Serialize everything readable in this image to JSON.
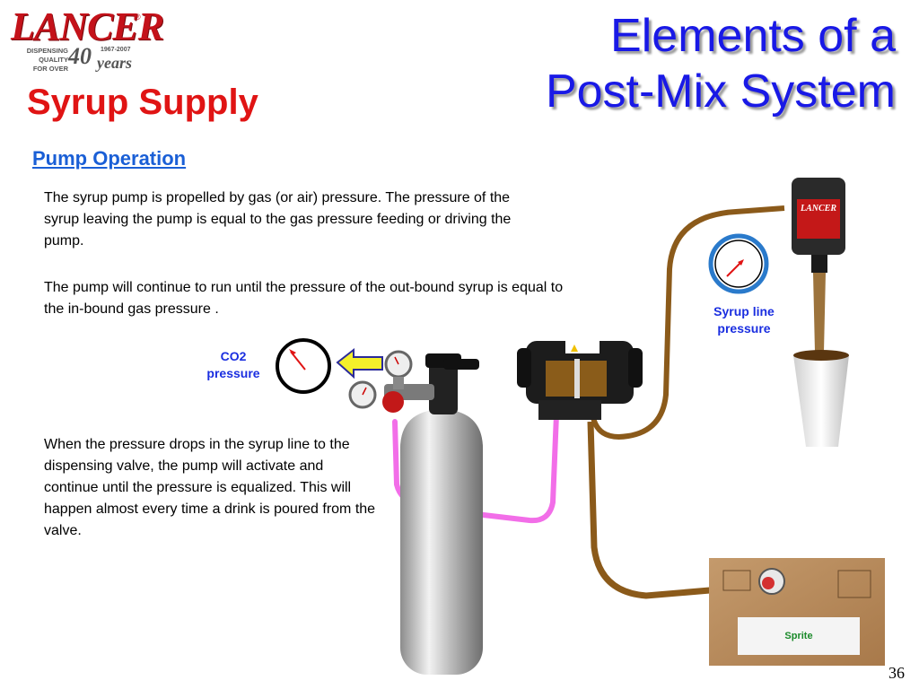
{
  "logo": {
    "brand": "LANCER",
    "registered": "®",
    "tagline_line1": "DISPENSING QUALITY",
    "tagline_line2": "FOR OVER",
    "year_range": "1967-2007",
    "years_number": "40",
    "years_word": "years"
  },
  "title": {
    "line1": "Elements of a",
    "line2": "Post-Mix System"
  },
  "subtitle": "Syrup Supply",
  "section_heading": "Pump Operation",
  "paragraphs": {
    "p1": "The syrup pump is propelled by gas (or air) pressure. The pressure of the syrup leaving the pump is equal to the gas pressure feeding or driving the pump.",
    "p2": "The pump will continue to run until the pressure of the out-bound syrup is equal to the in-bound gas pressure .",
    "p3": "When the pressure drops in the syrup line to the dispensing valve, the pump will  activate and continue until the pressure is equalized. This will happen almost every time a drink is poured from the valve."
  },
  "labels": {
    "co2_line1": "CO2",
    "co2_line2": "pressure",
    "syrup_line1": "Syrup line",
    "syrup_line2": "pressure"
  },
  "dispenser_brand": "LANCER",
  "bag_in_box_brand": "Sprite",
  "page_number": "36",
  "colors": {
    "title_blue": "#1919e6",
    "subtitle_red": "#e01414",
    "heading_blue": "#1a5fd6",
    "label_blue": "#1a2ee0",
    "gas_line_pink": "#f26ee8",
    "syrup_line_brown": "#8b5a1a"
  },
  "icons": {
    "co2_gauge": "pressure-gauge-icon",
    "syrup_gauge": "pressure-gauge-icon",
    "arrow": "arrow-left-icon"
  }
}
